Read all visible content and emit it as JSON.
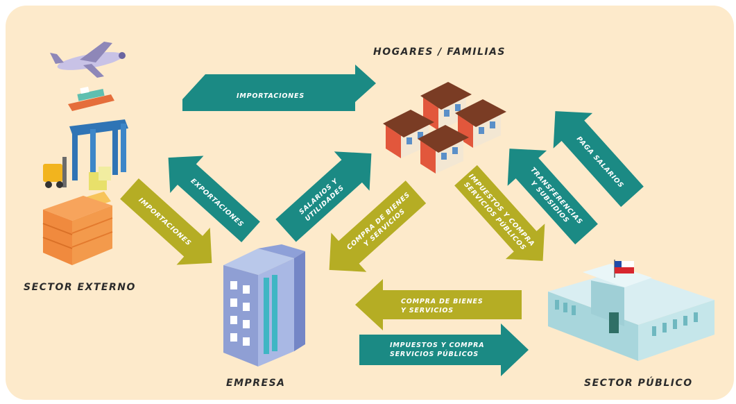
{
  "labels": {
    "hogares": "HOGARES / FAMILIAS",
    "sector_externo": "SECTOR EXTERNO",
    "empresa": "EMPRESA",
    "sector_publico": "SECTOR PÚBLICO"
  },
  "arrows": {
    "importaciones_top": "IMPORTACIONES",
    "importaciones_left": "IMPORTACIONES",
    "exportaciones": "EXPORTACIONES",
    "salarios_1": "SALARIOS Y",
    "salarios_2": "UTILIDADES",
    "compra_diag_1": "COMPRA DE BIENES",
    "compra_diag_2": "Y SERVICIOS",
    "impuestos_diag_1": "IMPUESTOS Y COMPRA",
    "impuestos_diag_2": "SERVICIOS PÚBLICOS",
    "transferencias_1": "TRANSFERENCIAS",
    "transferencias_2": "Y SUBSIDIOS",
    "paga_salarios": "PAGA SALARIOS",
    "compra_bottom_1": "COMPRA DE BIENES",
    "compra_bottom_2": "Y SERVICIOS",
    "impuestos_bottom_1": "IMPUESTOS Y COMPRA",
    "impuestos_bottom_2": "SERVICIOS PÚBLICOS"
  },
  "colors": {
    "background": "#fdeacb",
    "teal": "#1b8a84",
    "olive": "#b5ad24"
  },
  "icons": [
    "airplane-icon",
    "ship-icon",
    "crane-icon",
    "forklift-icon",
    "boxes-icon",
    "houses-icon",
    "office-building-icon",
    "government-building-icon",
    "chile-flag-icon"
  ]
}
